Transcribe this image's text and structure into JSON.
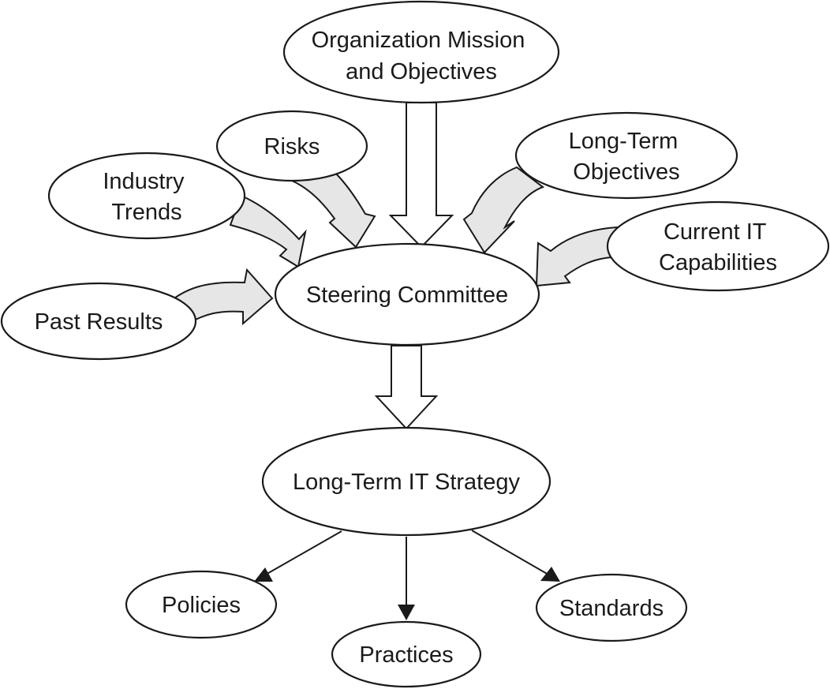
{
  "nodes": {
    "mission": {
      "lines": [
        "Organization Mission",
        "and Objectives"
      ]
    },
    "risks": {
      "lines": [
        "Risks"
      ]
    },
    "industry": {
      "lines": [
        "Industry",
        "Trends"
      ]
    },
    "longterm_objectives": {
      "lines": [
        "Long-Term",
        "Objectives"
      ]
    },
    "current_it": {
      "lines": [
        "Current IT",
        "Capabilities"
      ]
    },
    "past_results": {
      "lines": [
        "Past Results"
      ]
    },
    "steering": {
      "lines": [
        "Steering Committee"
      ]
    },
    "strategy": {
      "lines": [
        "Long-Term IT Strategy"
      ]
    },
    "policies": {
      "lines": [
        "Policies"
      ]
    },
    "practices": {
      "lines": [
        "Practices"
      ]
    },
    "standards": {
      "lines": [
        "Standards"
      ]
    }
  },
  "colors": {
    "stroke": "#1a1a1a",
    "input_arrow_fill": "#e6e6e6",
    "background": "#ffffff"
  }
}
